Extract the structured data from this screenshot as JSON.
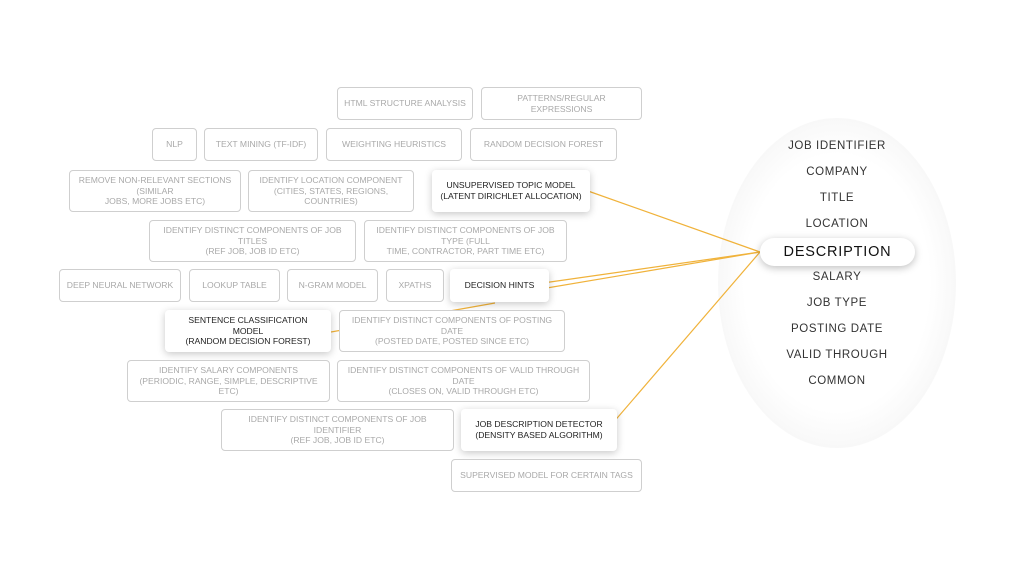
{
  "techniques": {
    "html_structure": "HTML STRUCTURE ANALYSIS",
    "patterns": "PATTERNS/REGULAR EXPRESSIONS",
    "nlp": "NLP",
    "text_mining": "TEXT MINING (TF-IDF)",
    "weighting": "WEIGHTING HEURISTICS",
    "random_forest": "RANDOM DECISION FOREST",
    "remove_sections": [
      "REMOVE NON-RELEVANT SECTIONS (SIMILAR",
      "JOBS, MORE JOBS ETC)"
    ],
    "location_component": [
      "IDENTIFY LOCATION COMPONENT",
      "(CITIES, STATES, REGIONS, COUNTRIES)"
    ],
    "topic_model": [
      "UNSUPERVISED TOPIC MODEL",
      "(LATENT DIRICHLET ALLOCATION)"
    ],
    "job_titles": [
      "IDENTIFY DISTINCT COMPONENTS OF JOB TITLES",
      "(REF JOB, JOB ID ETC)"
    ],
    "job_type": [
      "IDENTIFY DISTINCT COMPONENTS OF JOB TYPE (FULL",
      "TIME, CONTRACTOR, PART TIME ETC)"
    ],
    "deep_nn": "DEEP NEURAL NETWORK",
    "lookup": "LOOKUP TABLE",
    "ngram": "N-GRAM MODEL",
    "xpaths": "XPATHS",
    "decision_hints": "DECISION HINTS",
    "sentence_model": [
      "SENTENCE CLASSIFICATION MODEL",
      "(RANDOM DECISION FOREST)"
    ],
    "posting_date": [
      "IDENTIFY DISTINCT COMPONENTS OF POSTING DATE",
      "(POSTED DATE, POSTED SINCE ETC)"
    ],
    "salary": [
      "IDENTIFY SALARY COMPONENTS",
      "(PERIODIC, RANGE, SIMPLE, DESCRIPTIVE ETC)"
    ],
    "valid_through": [
      "IDENTIFY DISTINCT COMPONENTS OF VALID THROUGH DATE",
      "(CLOSES ON, VALID THROUGH ETC)"
    ],
    "job_identifier": [
      "IDENTIFY DISTINCT COMPONENTS OF JOB IDENTIFIER",
      "(REF JOB, JOB ID ETC)"
    ],
    "description_detector": [
      "JOB DESCRIPTION DETECTOR",
      "(DENSITY BASED ALGORITHM)"
    ],
    "supervised": "SUPERVISED MODEL FOR CERTAIN TAGS"
  },
  "fields": [
    "JOB IDENTIFIER",
    "COMPANY",
    "TITLE",
    "LOCATION",
    "DESCRIPTION",
    "SALARY",
    "JOB TYPE",
    "POSTING DATE",
    "VALID THROUGH",
    "COMMON"
  ],
  "selected_field": "DESCRIPTION",
  "colors": {
    "connector": "#f0b23a",
    "box_border": "#cfcfcf",
    "inactive_text": "#a9a9a9",
    "active_text": "#222222"
  }
}
